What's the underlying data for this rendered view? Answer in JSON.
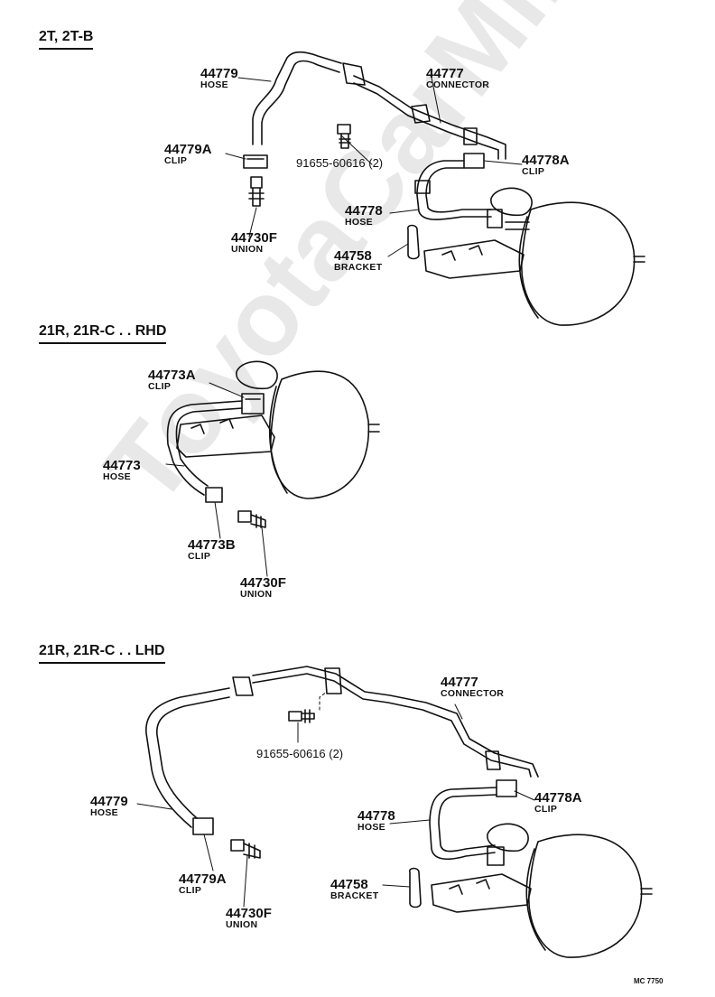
{
  "watermark": "ToyotaCarMirror.ru",
  "figure_code": "MC 7750",
  "sections": [
    {
      "heading": "2T, 2T-B",
      "labels": [
        {
          "num": "44779",
          "name": "HOSE"
        },
        {
          "num": "44777",
          "name": "CONNECTOR"
        },
        {
          "num": "44779A",
          "name": "CLIP"
        },
        {
          "num": "91655-60616 (2)",
          "name": ""
        },
        {
          "num": "44778A",
          "name": "CLIP"
        },
        {
          "num": "44778",
          "name": "HOSE"
        },
        {
          "num": "44730F",
          "name": "UNION"
        },
        {
          "num": "44758",
          "name": "BRACKET"
        }
      ]
    },
    {
      "heading": "21R, 21R-C . . RHD",
      "labels": [
        {
          "num": "44773A",
          "name": "CLIP"
        },
        {
          "num": "44773",
          "name": "HOSE"
        },
        {
          "num": "44773B",
          "name": "CLIP"
        },
        {
          "num": "44730F",
          "name": "UNION"
        }
      ]
    },
    {
      "heading": "21R, 21R-C . . LHD",
      "labels": [
        {
          "num": "44777",
          "name": "CONNECTOR"
        },
        {
          "num": "91655-60616 (2)",
          "name": ""
        },
        {
          "num": "44778A",
          "name": "CLIP"
        },
        {
          "num": "44779",
          "name": "HOSE"
        },
        {
          "num": "44778",
          "name": "HOSE"
        },
        {
          "num": "44758",
          "name": "BRACKET"
        },
        {
          "num": "44779A",
          "name": "CLIP"
        },
        {
          "num": "44730F",
          "name": "UNION"
        }
      ]
    }
  ]
}
